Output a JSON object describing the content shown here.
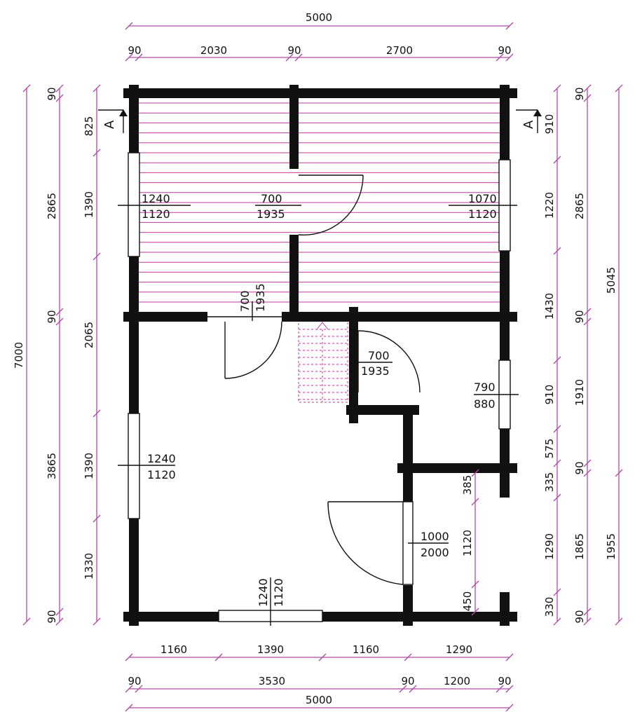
{
  "dimensions": {
    "top_overall": "5000",
    "top_segments": [
      "90",
      "2030",
      "90",
      "2700",
      "90"
    ],
    "bottom_row1": [
      "1160",
      "1390",
      "1160",
      "1290"
    ],
    "bottom_row2": [
      "90",
      "3530",
      "90",
      "1200",
      "90"
    ],
    "bottom_overall": "5000",
    "left_overall": "7000",
    "left_row2": [
      "90",
      "2865",
      "90",
      "3865",
      "90"
    ],
    "left_row3": [
      "825",
      "1390",
      "2065",
      "1390",
      "1330"
    ],
    "right_row1": [
      "910",
      "1220",
      "1430",
      "910",
      "575",
      "335",
      "1290",
      "330"
    ],
    "right_row2": [
      "90",
      "2865",
      "90",
      "1910",
      "90",
      "1865",
      "90"
    ],
    "right_row3": [
      "5045",
      "1955"
    ],
    "inner_vertical": [
      "385",
      "1120",
      "450"
    ]
  },
  "openings": {
    "window_left_top": [
      "1240",
      "1120"
    ],
    "door_top_middle": [
      "700",
      "1935"
    ],
    "window_right_top": [
      "1070",
      "1120"
    ],
    "door_hall": [
      "700",
      "1935"
    ],
    "door_small_room": [
      "700",
      "1935"
    ],
    "window_right_mid": [
      "790",
      "880"
    ],
    "window_left_bottom": [
      "1240",
      "1120"
    ],
    "door_bottom": [
      "1000",
      "2000"
    ],
    "window_bottom": [
      "1240",
      "1120"
    ]
  },
  "section_marks": [
    "A",
    "A"
  ],
  "colors": {
    "dimension": "#b04aa8",
    "wall": "#111111",
    "hatch": "#c0399a"
  }
}
